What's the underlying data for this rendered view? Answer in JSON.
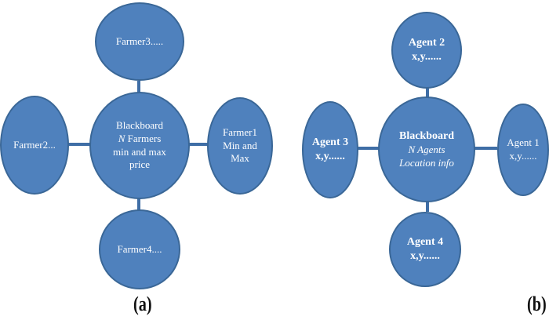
{
  "colors": {
    "node_fill": "#4f81bd",
    "node_border": "#3a6797",
    "connector": "#3f6ea6"
  },
  "panel_a": {
    "caption": "(a)",
    "center": {
      "line1": "Blackboard",
      "line2_italic": "N",
      "line2_rest": " Farmers",
      "line3": "min and max\nprice"
    },
    "top": {
      "label": "Farmer3....."
    },
    "left": {
      "label": "Farmer2..."
    },
    "right": {
      "line1": "Farmer1",
      "line2": "Min and\nMax"
    },
    "bottom": {
      "label": "Farmer4...."
    }
  },
  "panel_b": {
    "caption": "(b)",
    "center": {
      "line1": "Blackboard",
      "line2": "N Agents",
      "line3": "Location info"
    },
    "top": {
      "line1": "Agent 2",
      "line2": "x,y......"
    },
    "left": {
      "line1": "Agent 3",
      "line2": "x,y......"
    },
    "right": {
      "line1": "Agent 1",
      "line2": "x,y......"
    },
    "bottom": {
      "line1": "Agent 4",
      "line2": "x,y......"
    }
  }
}
